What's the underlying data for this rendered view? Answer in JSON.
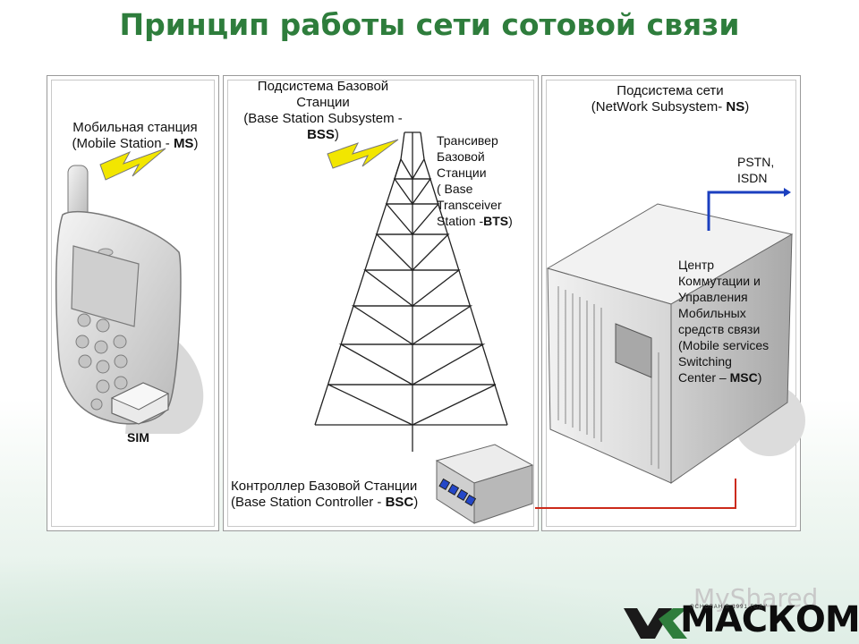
{
  "title": "Принцип работы сети сотовой связи",
  "ms": {
    "line1": "Мобильная станция",
    "line2_pre": "(Mobile Station - ",
    "line2_bold": "MS",
    "line2_post": ")",
    "sim": "SIM"
  },
  "bss": {
    "l1": "Подсистема Базовой",
    "l2": "Станции",
    "l3": "(Base Station Subsystem -",
    "l4_bold": "BSS",
    "l4_post": ")",
    "bts": [
      "Трансивер",
      "Базовой",
      "Станции",
      "( Base",
      "Transceiver"
    ],
    "bts_last_pre": "Station -",
    "bts_last_bold": "BTS",
    "bts_last_post": ")",
    "bsc1": "Контроллер Базовой Станции",
    "bsc2_pre": "(Base Station Controller - ",
    "bsc2_bold": "BSC",
    "bsc2_post": ")"
  },
  "ns": {
    "l1": "Подсистема сети",
    "l2_pre": "(NetWork Subsystem- ",
    "l2_bold": "NS",
    "l2_post": ")",
    "pstn1": "PSTN,",
    "pstn2": "ISDN",
    "msc": [
      "Центр",
      "Коммутации и",
      "Управления",
      "Мобильных",
      "средств связи",
      "(Mobile services",
      "Switching"
    ],
    "msc_last_pre": "Center – ",
    "msc_last_bold": "MSC",
    "msc_last_post": ")"
  },
  "logo": {
    "text": "МАСКОМ",
    "sub": "ОСНОВАН В 1991 ГОДУ",
    "watermark": "MyShared"
  },
  "colors": {
    "title": "#2e7d3c",
    "lightning": "#f2e600",
    "pstn_arrow": "#1b3fbf",
    "link_line": "#cc2a1a"
  }
}
